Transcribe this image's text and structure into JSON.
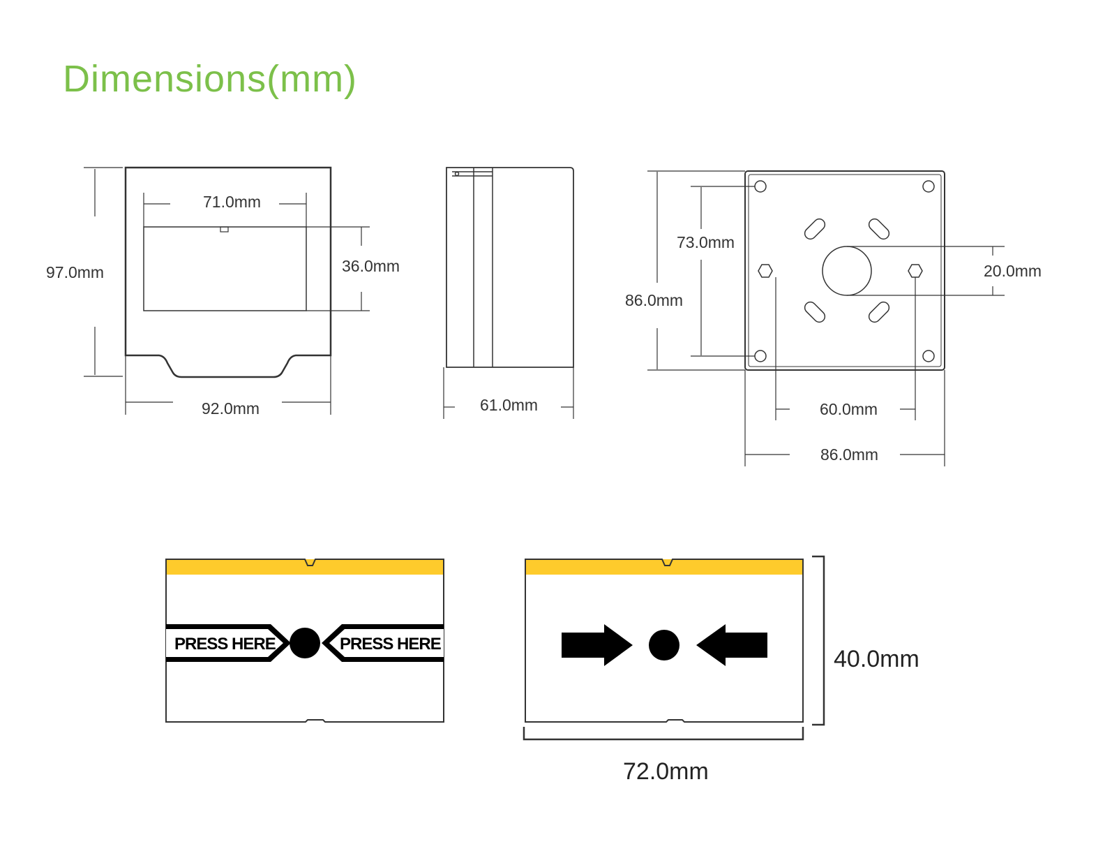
{
  "title": "Dimensions(mm)",
  "colors": {
    "title": "#7cc04a",
    "stripe": "#fecb2c",
    "line": "#333333",
    "ink": "#000000"
  },
  "front_view": {
    "width": "92.0mm",
    "height": "97.0mm",
    "window_width": "71.0mm",
    "window_height": "36.0mm"
  },
  "side_view": {
    "depth": "61.0mm"
  },
  "back_view": {
    "hole_spacing_v": "73.0mm",
    "height": "86.0mm",
    "width": "86.0mm",
    "hole_spacing_h": "60.0mm",
    "center_hole": "20.0mm"
  },
  "label_a": {
    "left_text": "PRESS HERE",
    "right_text": "PRESS HERE"
  },
  "label_b": {
    "width": "72.0mm",
    "height": "40.0mm"
  },
  "icons": [
    "arrow-right-icon",
    "dot-icon",
    "arrow-left-icon"
  ]
}
